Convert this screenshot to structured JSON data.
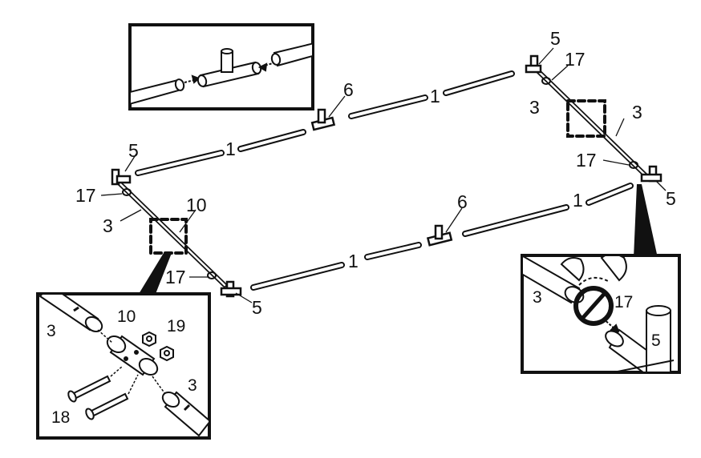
{
  "diagram": {
    "part_labels": {
      "pole": "1",
      "side_rod": "3",
      "corner_connector": "5",
      "tee_connector": "6",
      "coupler": "10",
      "hook_ring": "17",
      "bolt": "18",
      "nut": "19"
    },
    "insets": [
      "tee-connector-detail",
      "coupler-detail",
      "ring-clip-detail"
    ]
  }
}
